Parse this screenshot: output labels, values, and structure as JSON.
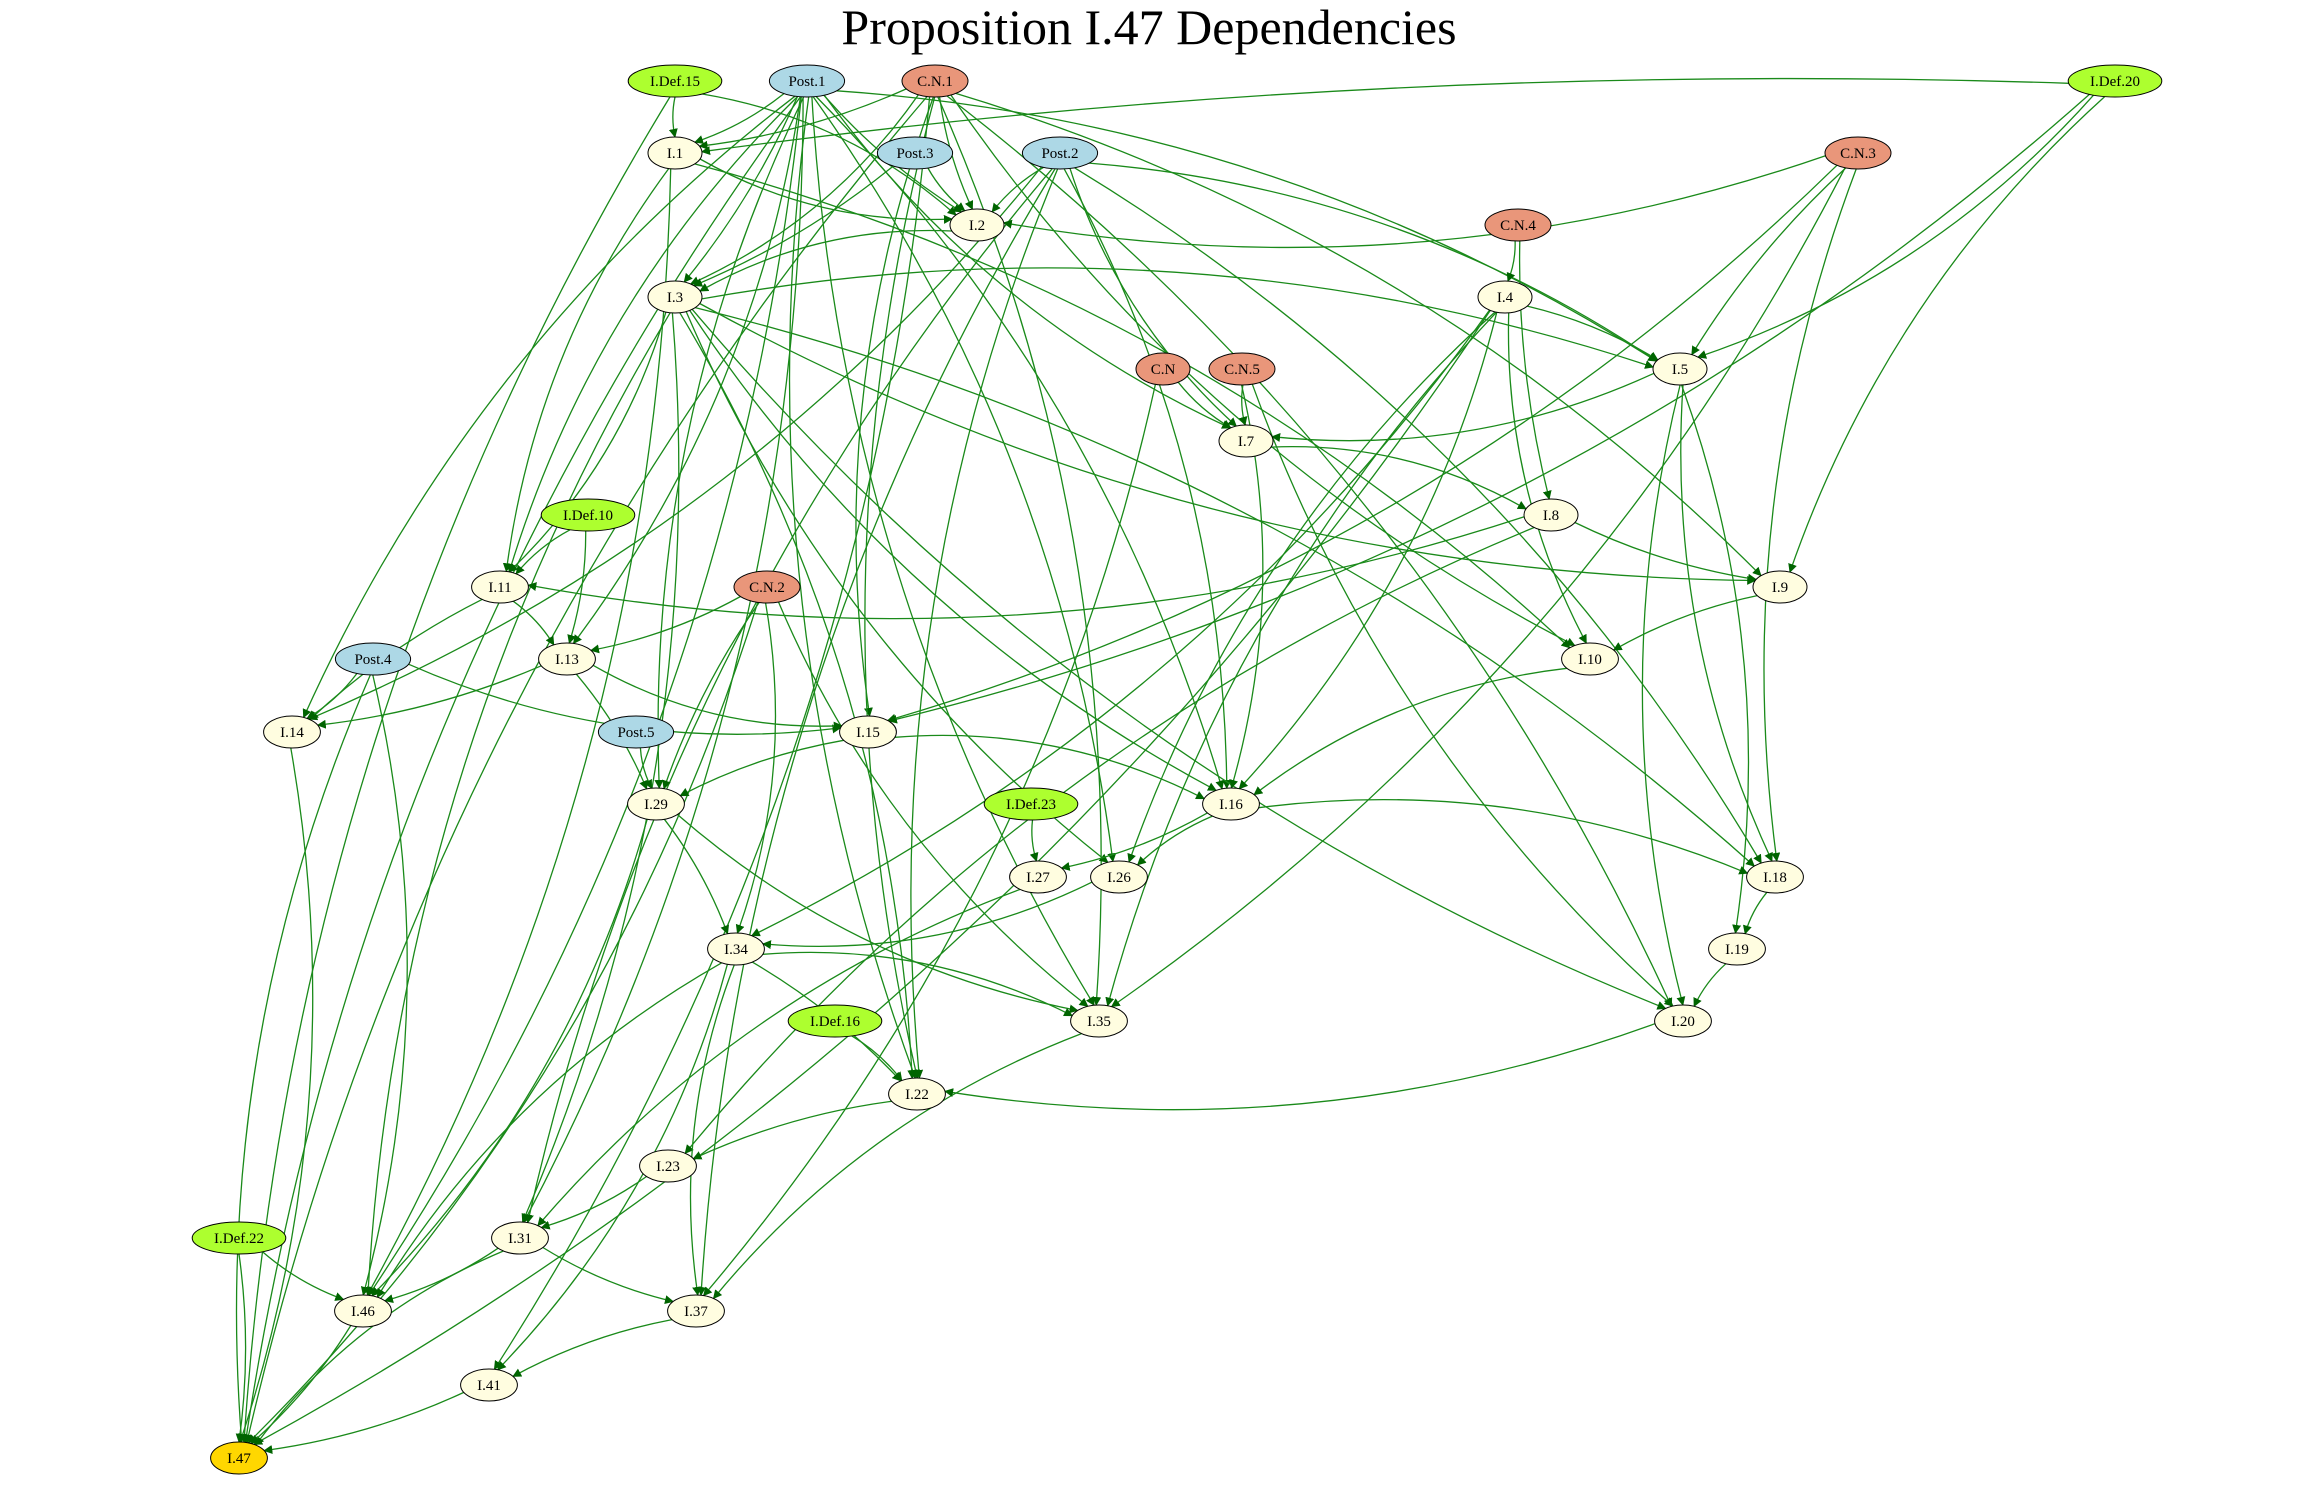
{
  "diagram": {
    "title": "Proposition I.47 Dependencies",
    "colors": {
      "postulate": "#add8e6",
      "common_notion": "#e9967a",
      "definition": "#adff2f",
      "proposition": "#fffde0",
      "target": "#ffd700",
      "edge": "#1a8a1a",
      "arrowhead": "#006400"
    },
    "nodes": [
      {
        "id": "I.Def.15",
        "label": "I.Def.15",
        "kind": "definition"
      },
      {
        "id": "Post.1",
        "label": "Post.1",
        "kind": "postulate"
      },
      {
        "id": "C.N.1",
        "label": "C.N.1",
        "kind": "common_notion"
      },
      {
        "id": "I.Def.20",
        "label": "I.Def.20",
        "kind": "definition"
      },
      {
        "id": "I.1",
        "label": "I.1",
        "kind": "proposition"
      },
      {
        "id": "Post.3",
        "label": "Post.3",
        "kind": "postulate"
      },
      {
        "id": "Post.2",
        "label": "Post.2",
        "kind": "postulate"
      },
      {
        "id": "C.N.3",
        "label": "C.N.3",
        "kind": "common_notion"
      },
      {
        "id": "I.2",
        "label": "I.2",
        "kind": "proposition"
      },
      {
        "id": "C.N.4",
        "label": "C.N.4",
        "kind": "common_notion"
      },
      {
        "id": "I.3",
        "label": "I.3",
        "kind": "proposition"
      },
      {
        "id": "I.4",
        "label": "I.4",
        "kind": "proposition"
      },
      {
        "id": "C.N",
        "label": "C.N",
        "kind": "common_notion"
      },
      {
        "id": "C.N.5",
        "label": "C.N.5",
        "kind": "common_notion"
      },
      {
        "id": "I.5",
        "label": "I.5",
        "kind": "proposition"
      },
      {
        "id": "I.7",
        "label": "I.7",
        "kind": "proposition"
      },
      {
        "id": "I.Def.10",
        "label": "I.Def.10",
        "kind": "definition"
      },
      {
        "id": "I.8",
        "label": "I.8",
        "kind": "proposition"
      },
      {
        "id": "I.11",
        "label": "I.11",
        "kind": "proposition"
      },
      {
        "id": "C.N.2",
        "label": "C.N.2",
        "kind": "common_notion"
      },
      {
        "id": "I.9",
        "label": "I.9",
        "kind": "proposition"
      },
      {
        "id": "Post.4",
        "label": "Post.4",
        "kind": "postulate"
      },
      {
        "id": "I.13",
        "label": "I.13",
        "kind": "proposition"
      },
      {
        "id": "I.10",
        "label": "I.10",
        "kind": "proposition"
      },
      {
        "id": "I.14",
        "label": "I.14",
        "kind": "proposition"
      },
      {
        "id": "Post.5",
        "label": "Post.5",
        "kind": "postulate"
      },
      {
        "id": "I.15",
        "label": "I.15",
        "kind": "proposition"
      },
      {
        "id": "I.29",
        "label": "I.29",
        "kind": "proposition"
      },
      {
        "id": "I.Def.23",
        "label": "I.Def.23",
        "kind": "definition"
      },
      {
        "id": "I.16",
        "label": "I.16",
        "kind": "proposition"
      },
      {
        "id": "I.27",
        "label": "I.27",
        "kind": "proposition"
      },
      {
        "id": "I.26",
        "label": "I.26",
        "kind": "proposition"
      },
      {
        "id": "I.18",
        "label": "I.18",
        "kind": "proposition"
      },
      {
        "id": "I.34",
        "label": "I.34",
        "kind": "proposition"
      },
      {
        "id": "I.19",
        "label": "I.19",
        "kind": "proposition"
      },
      {
        "id": "I.Def.16",
        "label": "I.Def.16",
        "kind": "definition"
      },
      {
        "id": "I.35",
        "label": "I.35",
        "kind": "proposition"
      },
      {
        "id": "I.20",
        "label": "I.20",
        "kind": "proposition"
      },
      {
        "id": "I.22",
        "label": "I.22",
        "kind": "proposition"
      },
      {
        "id": "I.23",
        "label": "I.23",
        "kind": "proposition"
      },
      {
        "id": "I.Def.22",
        "label": "I.Def.22",
        "kind": "definition"
      },
      {
        "id": "I.31",
        "label": "I.31",
        "kind": "proposition"
      },
      {
        "id": "I.46",
        "label": "I.46",
        "kind": "proposition"
      },
      {
        "id": "I.37",
        "label": "I.37",
        "kind": "proposition"
      },
      {
        "id": "I.41",
        "label": "I.41",
        "kind": "proposition"
      },
      {
        "id": "I.47",
        "label": "I.47",
        "kind": "target"
      }
    ],
    "edges": [
      [
        "I.Def.15",
        "I.1"
      ],
      [
        "I.Def.15",
        "I.2"
      ],
      [
        "I.Def.15",
        "I.47"
      ],
      [
        "Post.1",
        "I.1"
      ],
      [
        "Post.1",
        "I.2"
      ],
      [
        "Post.1",
        "I.3"
      ],
      [
        "Post.1",
        "I.11"
      ],
      [
        "Post.1",
        "I.13"
      ],
      [
        "Post.1",
        "I.14"
      ],
      [
        "Post.1",
        "I.16"
      ],
      [
        "Post.1",
        "I.22"
      ],
      [
        "Post.1",
        "I.26"
      ],
      [
        "Post.1",
        "I.29"
      ],
      [
        "Post.1",
        "I.31"
      ],
      [
        "Post.1",
        "I.35"
      ],
      [
        "Post.1",
        "I.46"
      ],
      [
        "Post.1",
        "I.47"
      ],
      [
        "Post.1",
        "I.5"
      ],
      [
        "Post.1",
        "I.7"
      ],
      [
        "C.N.1",
        "I.1"
      ],
      [
        "C.N.1",
        "I.2"
      ],
      [
        "C.N.1",
        "I.3"
      ],
      [
        "C.N.1",
        "I.15"
      ],
      [
        "C.N.1",
        "I.20"
      ],
      [
        "C.N.1",
        "I.22"
      ],
      [
        "C.N.1",
        "I.41"
      ],
      [
        "C.N.1",
        "I.47"
      ],
      [
        "C.N.1",
        "I.9"
      ],
      [
        "C.N.1",
        "I.10"
      ],
      [
        "C.N.1",
        "I.35"
      ],
      [
        "I.Def.20",
        "I.1"
      ],
      [
        "I.Def.20",
        "I.5"
      ],
      [
        "I.Def.20",
        "I.9"
      ],
      [
        "I.Def.20",
        "I.15"
      ],
      [
        "I.1",
        "I.2"
      ],
      [
        "I.1",
        "I.10"
      ],
      [
        "I.1",
        "I.11"
      ],
      [
        "I.1",
        "I.46"
      ],
      [
        "Post.3",
        "I.2"
      ],
      [
        "Post.3",
        "I.3"
      ],
      [
        "Post.2",
        "I.2"
      ],
      [
        "Post.2",
        "I.5"
      ],
      [
        "Post.2",
        "I.7"
      ],
      [
        "Post.2",
        "I.16"
      ],
      [
        "Post.2",
        "I.22"
      ],
      [
        "Post.2",
        "I.14"
      ],
      [
        "Post.2",
        "I.37"
      ],
      [
        "Post.2",
        "I.18"
      ],
      [
        "Post.2",
        "I.31"
      ],
      [
        "C.N.3",
        "I.2"
      ],
      [
        "C.N.3",
        "I.5"
      ],
      [
        "C.N.3",
        "I.15"
      ],
      [
        "C.N.3",
        "I.18"
      ],
      [
        "C.N.3",
        "I.35"
      ],
      [
        "I.2",
        "I.3"
      ],
      [
        "C.N.4",
        "I.4"
      ],
      [
        "C.N.4",
        "I.8"
      ],
      [
        "I.3",
        "I.5"
      ],
      [
        "I.3",
        "I.9"
      ],
      [
        "I.3",
        "I.11"
      ],
      [
        "I.3",
        "I.16"
      ],
      [
        "I.3",
        "I.18"
      ],
      [
        "I.3",
        "I.20"
      ],
      [
        "I.3",
        "I.22"
      ],
      [
        "I.3",
        "I.26"
      ],
      [
        "I.3",
        "I.31"
      ],
      [
        "I.3",
        "I.46"
      ],
      [
        "I.4",
        "I.5"
      ],
      [
        "I.4",
        "I.10"
      ],
      [
        "I.4",
        "I.16"
      ],
      [
        "I.4",
        "I.26"
      ],
      [
        "I.4",
        "I.34"
      ],
      [
        "I.4",
        "I.35"
      ],
      [
        "I.4",
        "I.47"
      ],
      [
        "C.N",
        "I.7"
      ],
      [
        "C.N",
        "I.37"
      ],
      [
        "C.N.5",
        "I.7"
      ],
      [
        "C.N.5",
        "I.16"
      ],
      [
        "C.N.5",
        "I.20"
      ],
      [
        "I.5",
        "I.7"
      ],
      [
        "I.5",
        "I.18"
      ],
      [
        "I.5",
        "I.19"
      ],
      [
        "I.5",
        "I.20"
      ],
      [
        "I.7",
        "I.8"
      ],
      [
        "I.Def.10",
        "I.11"
      ],
      [
        "I.Def.10",
        "I.13"
      ],
      [
        "I.8",
        "I.9"
      ],
      [
        "I.8",
        "I.11"
      ],
      [
        "I.8",
        "I.23"
      ],
      [
        "I.11",
        "I.13"
      ],
      [
        "I.11",
        "I.14"
      ],
      [
        "C.N.2",
        "I.13"
      ],
      [
        "C.N.2",
        "I.29"
      ],
      [
        "C.N.2",
        "I.34"
      ],
      [
        "C.N.2",
        "I.35"
      ],
      [
        "C.N.2",
        "I.47"
      ],
      [
        "I.9",
        "I.10"
      ],
      [
        "Post.4",
        "I.14"
      ],
      [
        "Post.4",
        "I.15"
      ],
      [
        "Post.4",
        "I.46"
      ],
      [
        "Post.4",
        "I.47"
      ],
      [
        "I.13",
        "I.14"
      ],
      [
        "I.13",
        "I.15"
      ],
      [
        "I.13",
        "I.29"
      ],
      [
        "I.10",
        "I.16"
      ],
      [
        "I.14",
        "I.47"
      ],
      [
        "Post.5",
        "I.29"
      ],
      [
        "I.15",
        "I.16"
      ],
      [
        "I.15",
        "I.29"
      ],
      [
        "I.29",
        "I.34"
      ],
      [
        "I.29",
        "I.35"
      ],
      [
        "I.29",
        "I.46"
      ],
      [
        "I.Def.23",
        "I.27"
      ],
      [
        "I.16",
        "I.18"
      ],
      [
        "I.16",
        "I.26"
      ],
      [
        "I.16",
        "I.27"
      ],
      [
        "I.27",
        "I.31"
      ],
      [
        "I.26",
        "I.34"
      ],
      [
        "I.18",
        "I.19"
      ],
      [
        "I.34",
        "I.35"
      ],
      [
        "I.34",
        "I.37"
      ],
      [
        "I.34",
        "I.41"
      ],
      [
        "I.34",
        "I.46"
      ],
      [
        "I.34",
        "I.22"
      ],
      [
        "I.19",
        "I.20"
      ],
      [
        "I.Def.16",
        "I.22"
      ],
      [
        "I.35",
        "I.37"
      ],
      [
        "I.20",
        "I.22"
      ],
      [
        "I.22",
        "I.23"
      ],
      [
        "I.23",
        "I.31"
      ],
      [
        "I.Def.22",
        "I.46"
      ],
      [
        "I.Def.22",
        "I.47"
      ],
      [
        "I.31",
        "I.37"
      ],
      [
        "I.31",
        "I.46"
      ],
      [
        "I.31",
        "I.47"
      ],
      [
        "I.46",
        "I.47"
      ],
      [
        "I.37",
        "I.41"
      ],
      [
        "I.41",
        "I.47"
      ]
    ]
  }
}
